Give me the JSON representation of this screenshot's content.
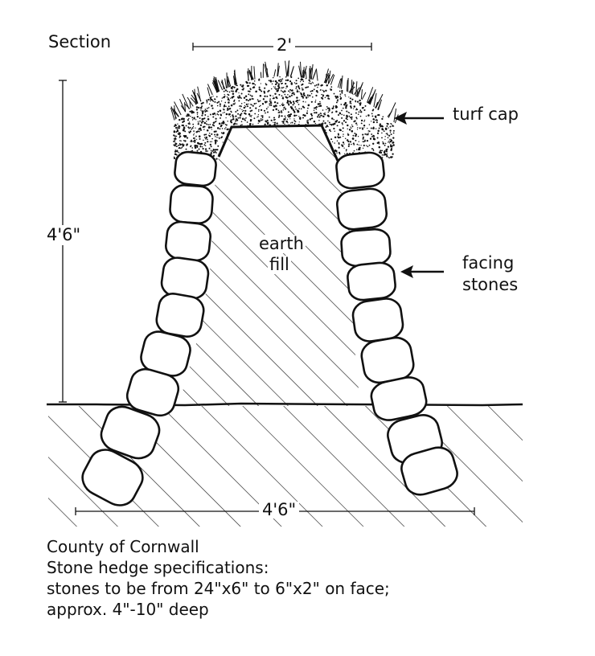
{
  "labels": {
    "section": "Section",
    "top_width": "2'",
    "height": "4'6\"",
    "base_width": "4'6\"",
    "turf_cap": "turf cap",
    "earth_fill_1": "earth",
    "earth_fill_2": "fill",
    "facing_1": "facing",
    "facing_2": "stones"
  },
  "caption": [
    "County of Cornwall",
    "Stone hedge specifications:",
    "stones to be from 24\"x6\" to 6\"x2\" on face;",
    "approx. 4\"-10\" deep"
  ]
}
